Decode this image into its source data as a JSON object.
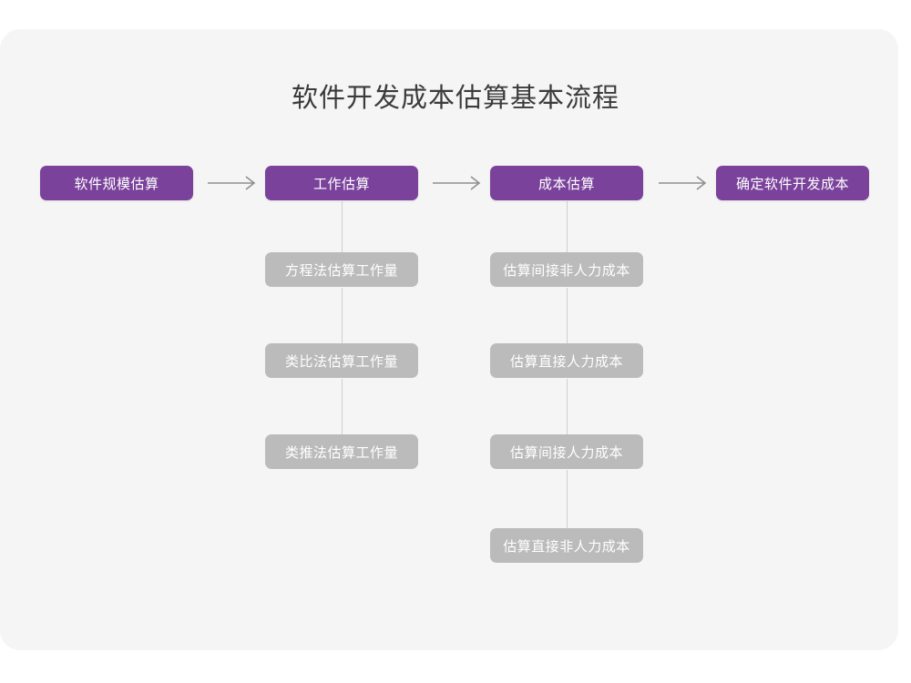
{
  "card": {
    "background": "#f5f5f5"
  },
  "title": "软件开发成本估算基本流程",
  "colors": {
    "primary": "#7a429b",
    "secondary": "#bbbbbb",
    "connector": "#8f8f8f",
    "vertical_line": "#cfcfcf",
    "title_text": "#3b3b3b",
    "node_text": "#ffffff",
    "page_background": "#ffffff"
  },
  "chart_data": {
    "type": "diagram",
    "title": "软件开发成本估算基本流程",
    "orientation": "left-to-right with vertical sub-branches",
    "main_flow": [
      "软件规模估算",
      "工作估算",
      "成本估算",
      "确定软件开发成本"
    ],
    "branches": [
      {
        "parent": "工作估算",
        "children": [
          "方程法估算工作量",
          "类比法估算工作量",
          "类推法估算工作量"
        ]
      },
      {
        "parent": "成本估算",
        "children": [
          "估算间接非人力成本",
          "估算直接人力成本",
          "估算间接人力成本",
          "估算直接非人力成本"
        ]
      }
    ],
    "connector_type": "arrow",
    "connector_count": 3
  },
  "flow": {
    "steps": [
      {
        "label": "软件规模估算"
      },
      {
        "label": "工作估算"
      },
      {
        "label": "成本估算"
      },
      {
        "label": "确定软件开发成本"
      }
    ],
    "arrows": [
      {
        "name": "arrow-1",
        "from": "软件规模估算",
        "to": "工作估算"
      },
      {
        "name": "arrow-2",
        "from": "工作估算",
        "to": "成本估算"
      },
      {
        "name": "arrow-3",
        "from": "成本估算",
        "to": "确定软件开发成本"
      }
    ]
  },
  "effort_branch": {
    "items": [
      {
        "label": "方程法估算工作量"
      },
      {
        "label": "类比法估算工作量"
      },
      {
        "label": "类推法估算工作量"
      }
    ]
  },
  "cost_branch": {
    "items": [
      {
        "label": "估算间接非人力成本"
      },
      {
        "label": "估算直接人力成本"
      },
      {
        "label": "估算间接人力成本"
      },
      {
        "label": "估算直接非人力成本"
      }
    ]
  }
}
